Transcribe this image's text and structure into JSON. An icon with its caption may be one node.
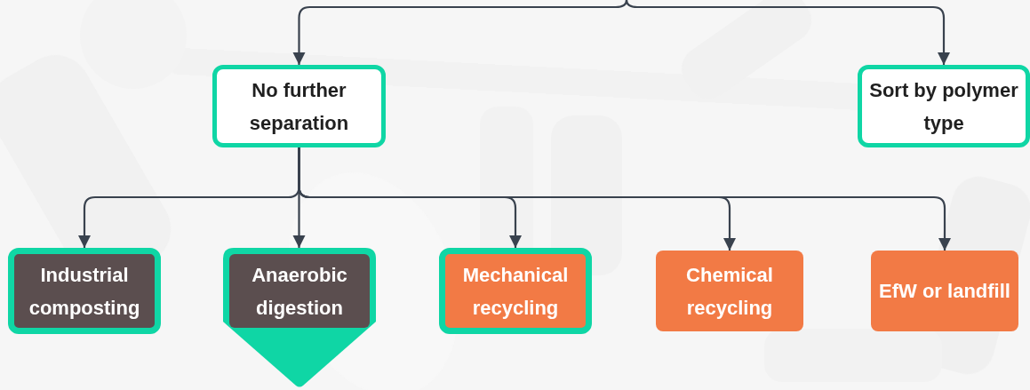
{
  "diagram": {
    "nodes": [
      {
        "text": [
          "No further separation"
        ]
      },
      {
        "text": [
          "Sort by polymer type"
        ]
      },
      {
        "text": [
          "Industrial composting"
        ]
      },
      {
        "text": [
          "Anaerobic digestion"
        ]
      },
      {
        "text": [
          "Mechanical recycling"
        ]
      },
      {
        "text": [
          "Chemical recycling"
        ]
      },
      {
        "text": [
          "EfW or landfill"
        ]
      }
    ],
    "edges": [
      {
        "from": null,
        "to": 0,
        "arrow": "to"
      },
      {
        "from": null,
        "to": 1,
        "arrow": "to"
      },
      {
        "from": 0,
        "to": 2,
        "arrow": "to"
      },
      {
        "from": 0,
        "to": 3,
        "arrow": "to"
      },
      {
        "from": 0,
        "to": 4,
        "arrow": "to"
      },
      {
        "from": 0,
        "to": 5,
        "arrow": "to"
      },
      {
        "from": 0,
        "to": 6,
        "arrow": "to"
      }
    ]
  }
}
